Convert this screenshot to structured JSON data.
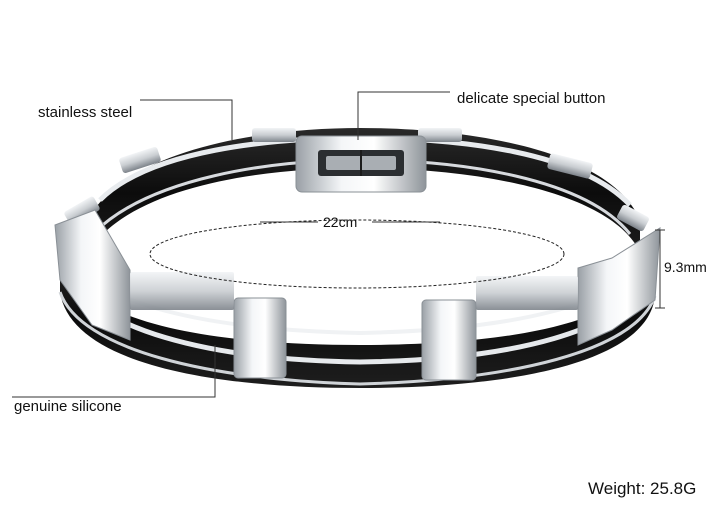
{
  "callouts": {
    "stainless_steel": "stainless steel",
    "special_button": "delicate special button",
    "genuine_silicone": "genuine silicone"
  },
  "measurements": {
    "circumference": "22cm",
    "width": "9.3mm"
  },
  "weight": "Weight: 25.8G",
  "colors": {
    "steel": "#d9dcdf",
    "silicone": "#141414",
    "background": "#ffffff",
    "line": "#333333"
  }
}
